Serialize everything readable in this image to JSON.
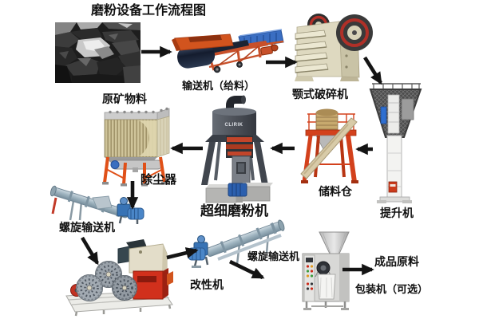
{
  "title": "磨粉设备工作流程图",
  "diagram": {
    "type": "process-flow",
    "nodes": [
      {
        "id": "raw-material",
        "label": "原矿物料",
        "kind": "material-photo"
      },
      {
        "id": "belt-conveyor",
        "label": "输送机（给料）",
        "kind": "machine"
      },
      {
        "id": "jaw-crusher",
        "label": "颚式破碎机",
        "kind": "machine"
      },
      {
        "id": "bucket-elevator",
        "label": "提升机",
        "kind": "machine"
      },
      {
        "id": "storage-silo",
        "label": "储料仓",
        "kind": "machine"
      },
      {
        "id": "grinding-mill",
        "label": "超细磨粉机",
        "kind": "machine",
        "brand_text": "CLIRIK"
      },
      {
        "id": "dust-collector",
        "label": "除尘器",
        "kind": "machine"
      },
      {
        "id": "screw-conveyor-1",
        "label": "螺旋输送机",
        "kind": "machine"
      },
      {
        "id": "modifier-machine",
        "label": "改性机",
        "kind": "machine"
      },
      {
        "id": "screw-conveyor-2",
        "label": "螺旋输送机",
        "kind": "machine"
      },
      {
        "id": "packing-machine",
        "label": "包装机（可选）",
        "kind": "machine"
      },
      {
        "id": "finished-product",
        "label": "成品原料",
        "kind": "output"
      }
    ],
    "edges": [
      {
        "from": "raw-material",
        "to": "belt-conveyor"
      },
      {
        "from": "belt-conveyor",
        "to": "jaw-crusher"
      },
      {
        "from": "jaw-crusher",
        "to": "bucket-elevator"
      },
      {
        "from": "bucket-elevator",
        "to": "storage-silo"
      },
      {
        "from": "storage-silo",
        "to": "grinding-mill"
      },
      {
        "from": "grinding-mill",
        "to": "dust-collector"
      },
      {
        "from": "dust-collector",
        "to": "screw-conveyor-1"
      },
      {
        "from": "screw-conveyor-1",
        "to": "modifier-machine"
      },
      {
        "from": "modifier-machine",
        "to": "screw-conveyor-2"
      },
      {
        "from": "screw-conveyor-2",
        "to": "packing-machine"
      },
      {
        "from": "packing-machine",
        "to": "finished-product"
      }
    ]
  },
  "colors": {
    "background": "#ffffff",
    "text": "#111111",
    "arrow": "#141414",
    "conveyor_orange": "#d2541e",
    "conveyor_blue": "#3a6ec2",
    "crusher_beige": "#ded9c0",
    "flywheel_red": "#b03028",
    "silo_red": "#d3411c",
    "mill_grey": "#4d5159",
    "motor_blue": "#2b5fae",
    "dust_khaki": "#c8bd90",
    "steel_tube": "#9fb4c0",
    "modifier_red": "#d1301c"
  }
}
